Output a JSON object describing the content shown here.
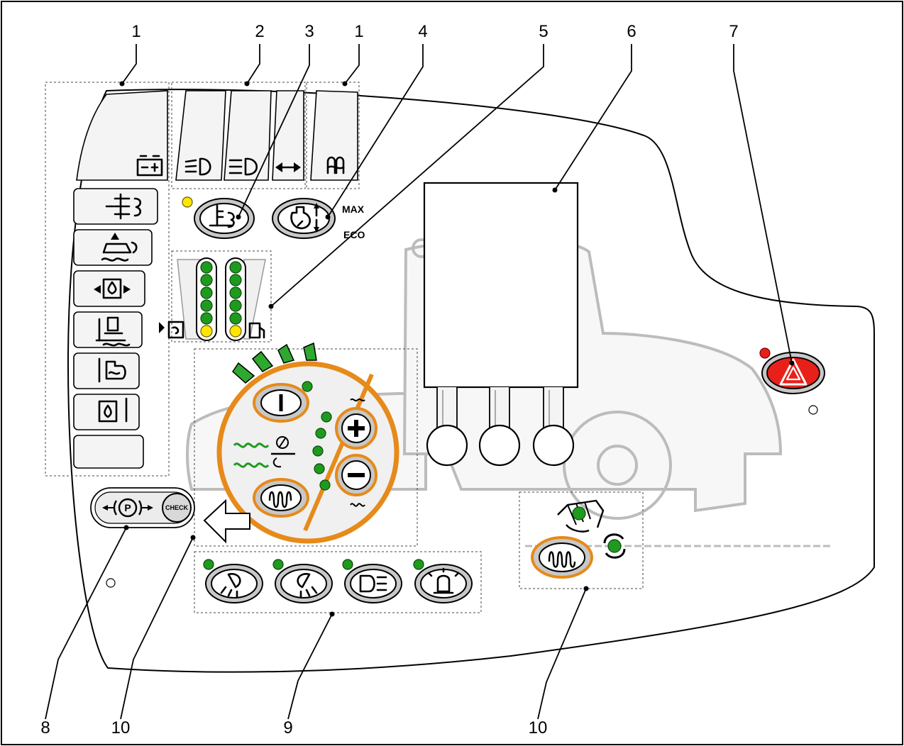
{
  "figure": {
    "callouts_top": [
      "1",
      "2",
      "3",
      "1",
      "4",
      "5",
      "6",
      "7"
    ],
    "callouts_bottom": [
      "8",
      "10",
      "9",
      "10"
    ],
    "labels": {
      "max": "MAX",
      "eco": "ECO",
      "check": "CHECK",
      "parking": "P"
    }
  },
  "icons": {
    "left_column": [
      "battery-charge-icon",
      "air-filter-icon",
      "hydraulic-oil-level-icon",
      "oil-pressure-icon",
      "hydraulic-oil-temp-icon",
      "coolant-temp-icon",
      "hydraulic-temp-icon"
    ],
    "top_strip": [
      "low-beam-icon",
      "high-beam-icon",
      "turn-indicator-icon",
      "preheat-icon"
    ],
    "work_lights": [
      "front-work-light-icon",
      "rear-work-light-icon",
      "side-light-icon",
      "beacon-icon"
    ]
  },
  "colors": {
    "led_green": "#1f9a1f",
    "led_yellow": "#ffe600",
    "accent_orange": "#e68a1a",
    "hazard_red": "#e8201a"
  }
}
